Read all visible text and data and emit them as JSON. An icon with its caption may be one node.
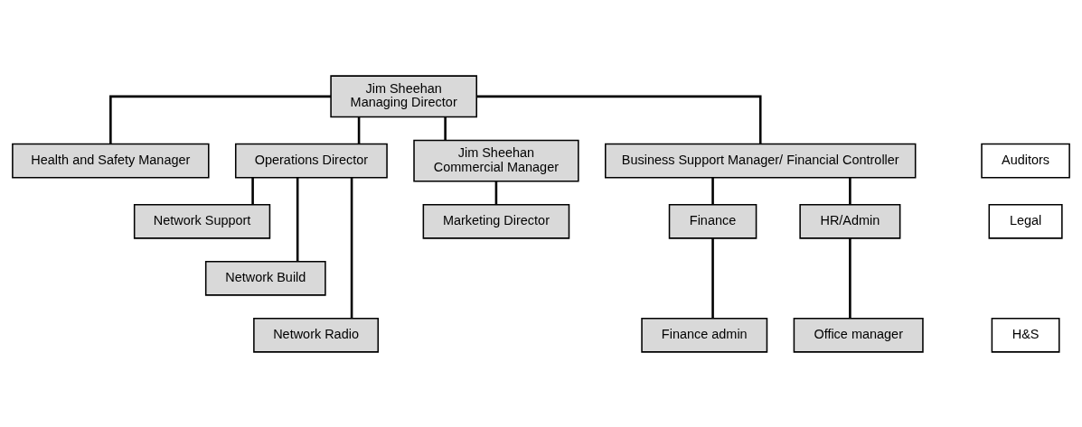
{
  "diagram": {
    "nodes": [
      {
        "text": [
          "Jim Sheehan",
          "Managing Director"
        ]
      },
      {
        "text": [
          "Health and Safety Manager"
        ]
      },
      {
        "text": [
          "Operations Director"
        ]
      },
      {
        "text": [
          "Jim Sheehan",
          "Commercial Manager"
        ]
      },
      {
        "text": [
          "Business Support Manager/ Financial Controller"
        ]
      },
      {
        "text": [
          "Auditors"
        ]
      },
      {
        "text": [
          "Network Support"
        ]
      },
      {
        "text": [
          "Network Build"
        ]
      },
      {
        "text": [
          "Network Radio"
        ]
      },
      {
        "text": [
          "Marketing Director"
        ]
      },
      {
        "text": [
          "Finance"
        ]
      },
      {
        "text": [
          "HR/Admin"
        ]
      },
      {
        "text": [
          "Legal"
        ]
      },
      {
        "text": [
          "Finance admin"
        ]
      },
      {
        "text": [
          "Office manager"
        ]
      },
      {
        "text": [
          "H&S"
        ]
      }
    ],
    "edges": [
      {
        "from": 0,
        "to": 1,
        "arrow": "none"
      },
      {
        "from": 0,
        "to": 2,
        "arrow": "none"
      },
      {
        "from": 0,
        "to": 3,
        "arrow": "none"
      },
      {
        "from": 0,
        "to": 4,
        "arrow": "none"
      },
      {
        "from": 2,
        "to": 6,
        "arrow": "none"
      },
      {
        "from": 2,
        "to": 7,
        "arrow": "none"
      },
      {
        "from": 2,
        "to": 8,
        "arrow": "none"
      },
      {
        "from": 3,
        "to": 9,
        "arrow": "none"
      },
      {
        "from": 4,
        "to": 10,
        "arrow": "none"
      },
      {
        "from": 4,
        "to": 11,
        "arrow": "none"
      },
      {
        "from": 10,
        "to": 13,
        "arrow": "none"
      },
      {
        "from": 11,
        "to": 14,
        "arrow": "none"
      }
    ]
  }
}
